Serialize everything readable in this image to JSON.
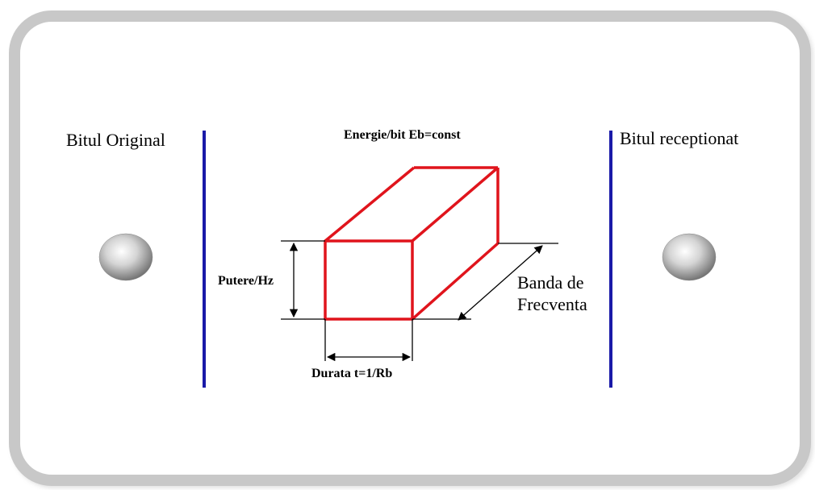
{
  "labels": {
    "left_title": "Bitul Original",
    "right_title": "Bitul receptionat",
    "energy": "Energie/bit Eb=const",
    "power": "Putere/Hz",
    "duration": "Durata t=1/Rb",
    "band_line1": "Banda de",
    "band_line2": "Frecventa"
  },
  "colors": {
    "frame_border": "#c8c8c8",
    "divider": "#1a1aa8",
    "box": "#e0141c",
    "dimension": "#000000",
    "sphere_light": "#ffffff",
    "sphere_dark": "#6e6e6e"
  }
}
